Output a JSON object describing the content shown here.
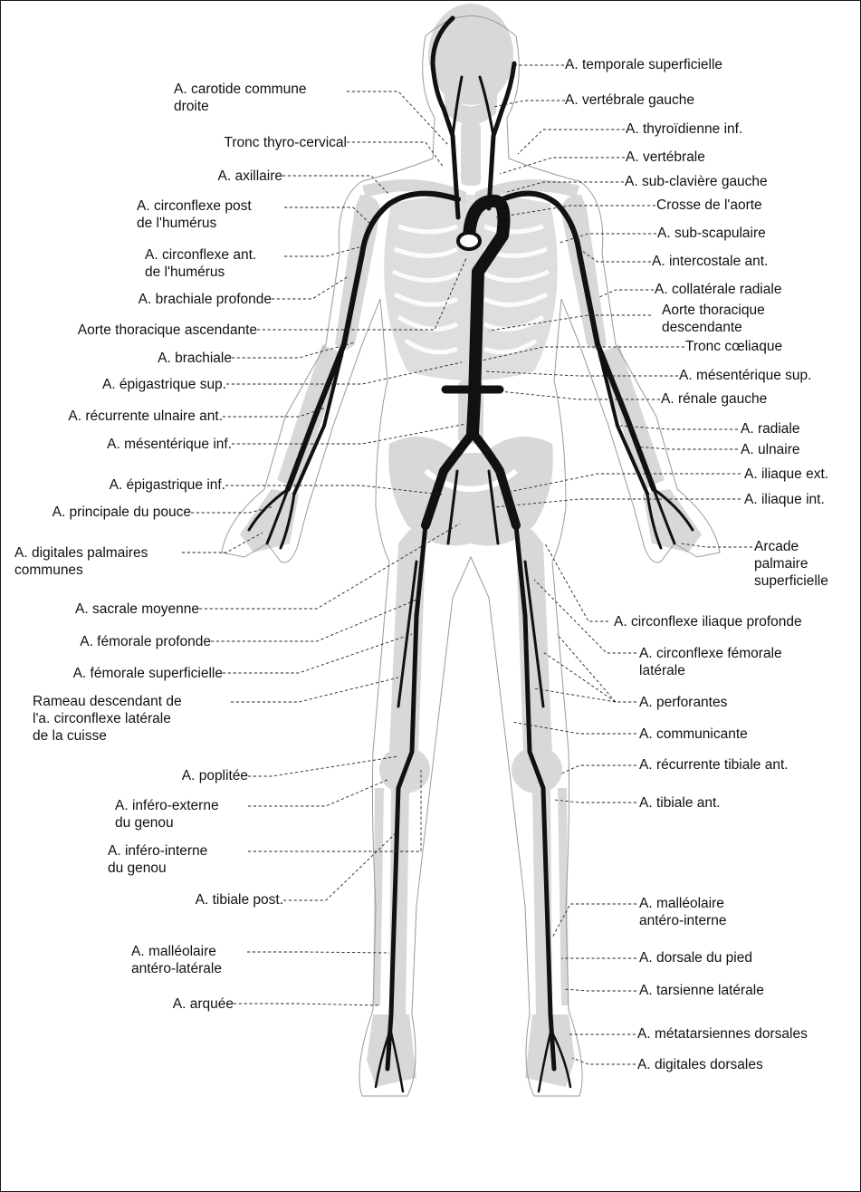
{
  "figure": {
    "labels_left": [
      {
        "id": "carotide",
        "text": "A. carotide commune\ndroite"
      },
      {
        "id": "thyro",
        "text": "Tronc thyro-cervical"
      },
      {
        "id": "axillaire",
        "text": "A. axillaire"
      },
      {
        "id": "circ_post",
        "text": "A. circonflexe post\nde l'humérus"
      },
      {
        "id": "circ_ant",
        "text": "A. circonflexe ant.\nde l'humérus"
      },
      {
        "id": "brach_prof",
        "text": "A. brachiale profonde"
      },
      {
        "id": "aorte_asc",
        "text": "Aorte thoracique ascendante"
      },
      {
        "id": "brachiale",
        "text": "A. brachiale"
      },
      {
        "id": "epig_sup",
        "text": "A. épigastrique sup."
      },
      {
        "id": "recurr_ulnaire",
        "text": "A. récurrente ulnaire ant."
      },
      {
        "id": "mes_inf",
        "text": "A. mésentérique inf."
      },
      {
        "id": "epig_inf",
        "text": "A. épigastrique inf."
      },
      {
        "id": "pouce",
        "text": "A. principale du pouce"
      },
      {
        "id": "dig_palm",
        "text": "A. digitales palmaires\ncommunes"
      },
      {
        "id": "sacrale",
        "text": "A. sacrale moyenne"
      },
      {
        "id": "fem_prof",
        "text": "A. fémorale profonde"
      },
      {
        "id": "fem_sup",
        "text": "A. fémorale superficielle"
      },
      {
        "id": "rameau",
        "text": "Rameau descendant de\nl'a. circonflexe latérale\nde la cuisse"
      },
      {
        "id": "poplitee",
        "text": "A. poplitée"
      },
      {
        "id": "inf_ext",
        "text": "A. inféro-externe\ndu genou"
      },
      {
        "id": "inf_int",
        "text": "A. inféro-interne\ndu genou"
      },
      {
        "id": "tib_post",
        "text": "A. tibiale post."
      },
      {
        "id": "mall_lat",
        "text": "A. malléolaire\nantéro-latérale"
      },
      {
        "id": "arquee",
        "text": "A. arquée"
      }
    ],
    "labels_right": [
      {
        "id": "temporale",
        "text": "A. temporale superficielle"
      },
      {
        "id": "vert_g",
        "text": "A. vertébrale gauche"
      },
      {
        "id": "thyro_inf",
        "text": "A. thyroïdienne inf."
      },
      {
        "id": "vert",
        "text": "A. vertébrale"
      },
      {
        "id": "subclav",
        "text": "A. sub-clavière gauche"
      },
      {
        "id": "crosse",
        "text": "Crosse de l'aorte"
      },
      {
        "id": "subscap",
        "text": "A. sub-scapulaire"
      },
      {
        "id": "intercost",
        "text": "A. intercostale ant."
      },
      {
        "id": "collat",
        "text": "A. collatérale radiale"
      },
      {
        "id": "aorte_desc",
        "text": "Aorte thoracique\ndescendante"
      },
      {
        "id": "coeliaque",
        "text": "Tronc cœliaque"
      },
      {
        "id": "mes_sup",
        "text": "A. mésentérique sup."
      },
      {
        "id": "renale",
        "text": "A. rénale gauche"
      },
      {
        "id": "radiale",
        "text": "A. radiale"
      },
      {
        "id": "ulnaire",
        "text": "A. ulnaire"
      },
      {
        "id": "iliaque_ext",
        "text": "A. iliaque ext."
      },
      {
        "id": "iliaque_int",
        "text": "A. iliaque int."
      },
      {
        "id": "arcade",
        "text": "Arcade\npalmaire\nsuperficielle"
      },
      {
        "id": "circ_iliaque",
        "text": "A. circonflexe iliaque profonde"
      },
      {
        "id": "circ_fem",
        "text": "A. circonflexe fémorale\nlatérale"
      },
      {
        "id": "perforantes",
        "text": "A. perforantes"
      },
      {
        "id": "communicante",
        "text": "A. communicante"
      },
      {
        "id": "recurr_tib",
        "text": "A. récurrente tibiale ant."
      },
      {
        "id": "tib_ant",
        "text": "A. tibiale ant."
      },
      {
        "id": "mall_int",
        "text": "A. malléolaire\nantéro-interne"
      },
      {
        "id": "dors_pied",
        "text": "A. dorsale du pied"
      },
      {
        "id": "tarsienne",
        "text": "A. tarsienne latérale"
      },
      {
        "id": "metatars",
        "text": "A. métatarsiennes dorsales"
      },
      {
        "id": "dig_dors",
        "text": "A. digitales dorsales"
      }
    ]
  }
}
